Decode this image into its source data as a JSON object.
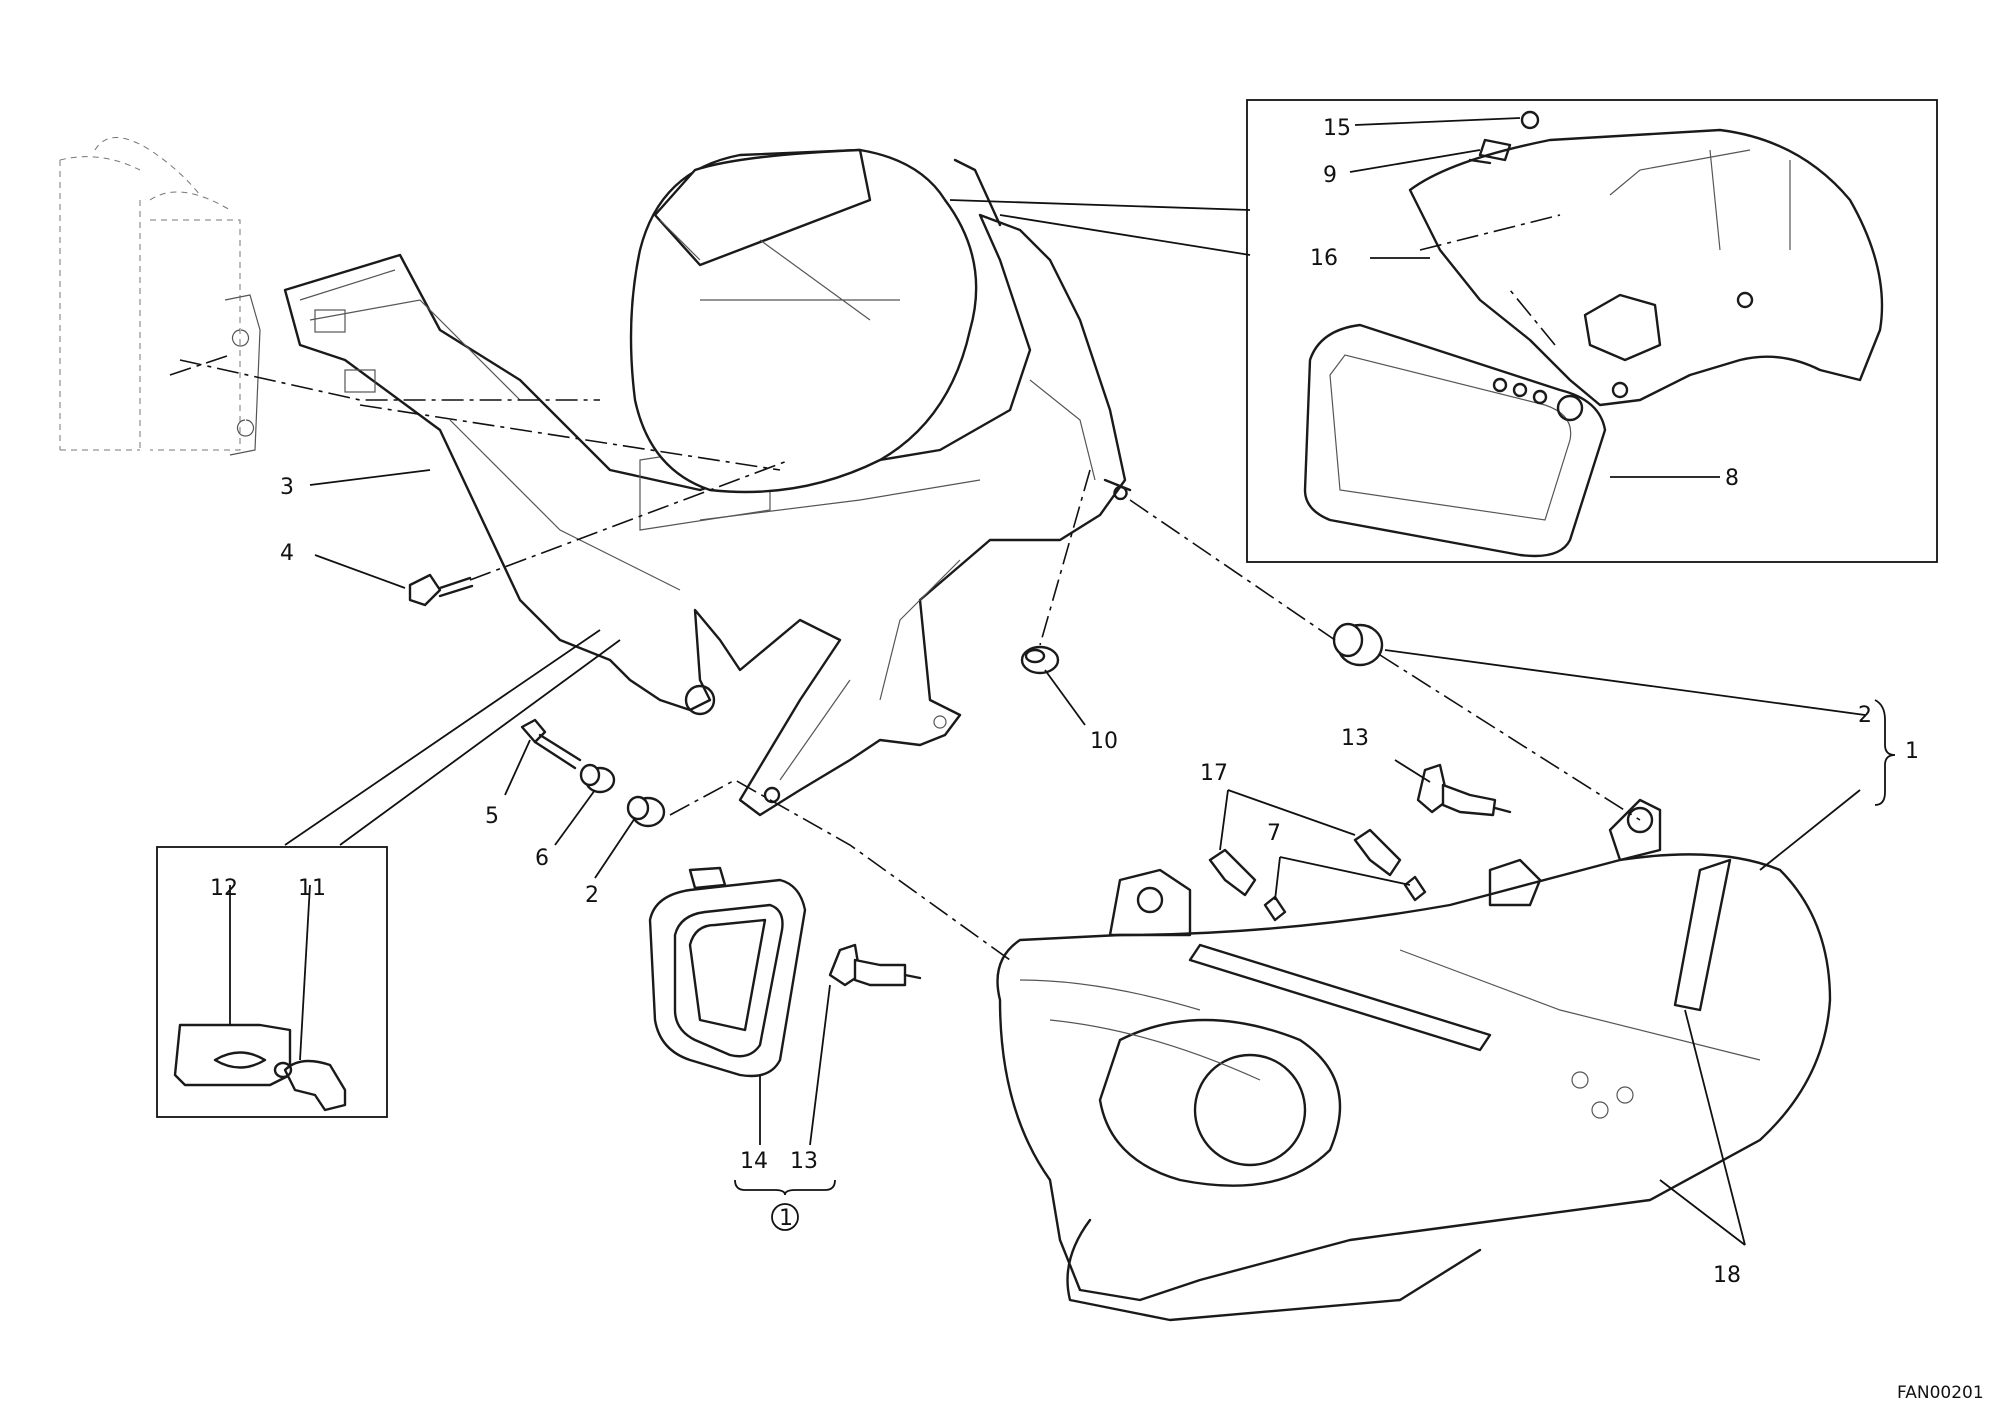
{
  "drawing_code": "FAN00201",
  "group_marker": "1",
  "callouts": {
    "c1": "1",
    "c2a": "2",
    "c2b": "2",
    "c3": "3",
    "c4": "4",
    "c5": "5",
    "c6": "6",
    "c7": "7",
    "c8": "8",
    "c9": "9",
    "c10": "10",
    "c11": "11",
    "c12": "12",
    "c13a": "13",
    "c13b": "13",
    "c14": "14",
    "c15": "15",
    "c16": "16",
    "c17": "17",
    "c18": "18"
  }
}
